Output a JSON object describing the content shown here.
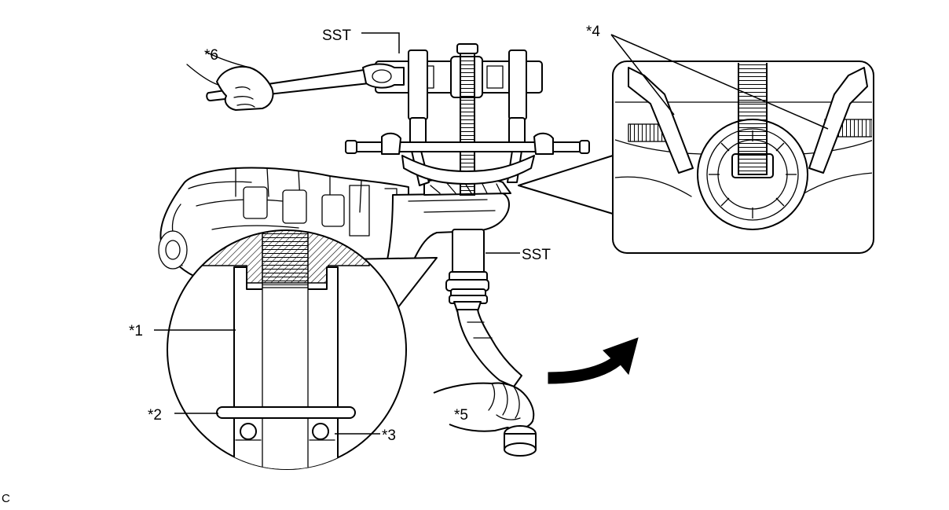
{
  "labels": {
    "sst_top": "SST",
    "sst_right": "SST",
    "item_1": "*1",
    "item_2": "*2",
    "item_3": "*3",
    "item_4": "*4",
    "item_5": "*5",
    "item_6": "*6",
    "figure_code": "C"
  },
  "colors": {
    "line": "#000000",
    "background": "#ffffff",
    "shade": "#d9d9d9"
  },
  "icons": {
    "rotation_arrow": "curved-arrow-clockwise",
    "wrench": "ratchet-wrench-icon"
  }
}
